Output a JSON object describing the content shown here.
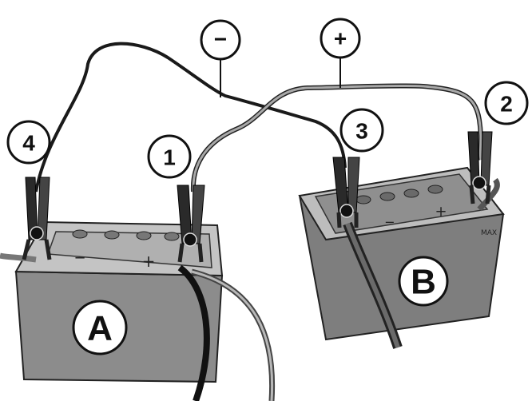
{
  "labels": {
    "negative_sign": "−",
    "positive_sign": "+",
    "clamp_1": "1",
    "clamp_2": "2",
    "clamp_3": "3",
    "clamp_4": "4",
    "battery_a": "A",
    "battery_b": "B"
  },
  "battery_marks": {
    "a_minus": "−",
    "a_plus": "+",
    "b_minus": "−",
    "b_plus": "+",
    "b_brand": "MAX"
  },
  "colors": {
    "background": "#ffffff",
    "battery_body": "#8c8c8c",
    "battery_top": "#c4c4c4",
    "negative_cable": "#1a1a1a",
    "positive_cable": "#9a9a9a",
    "clamp": "#2a2a2a",
    "callout_fill": "#ffffff",
    "callout_stroke": "#111111"
  }
}
